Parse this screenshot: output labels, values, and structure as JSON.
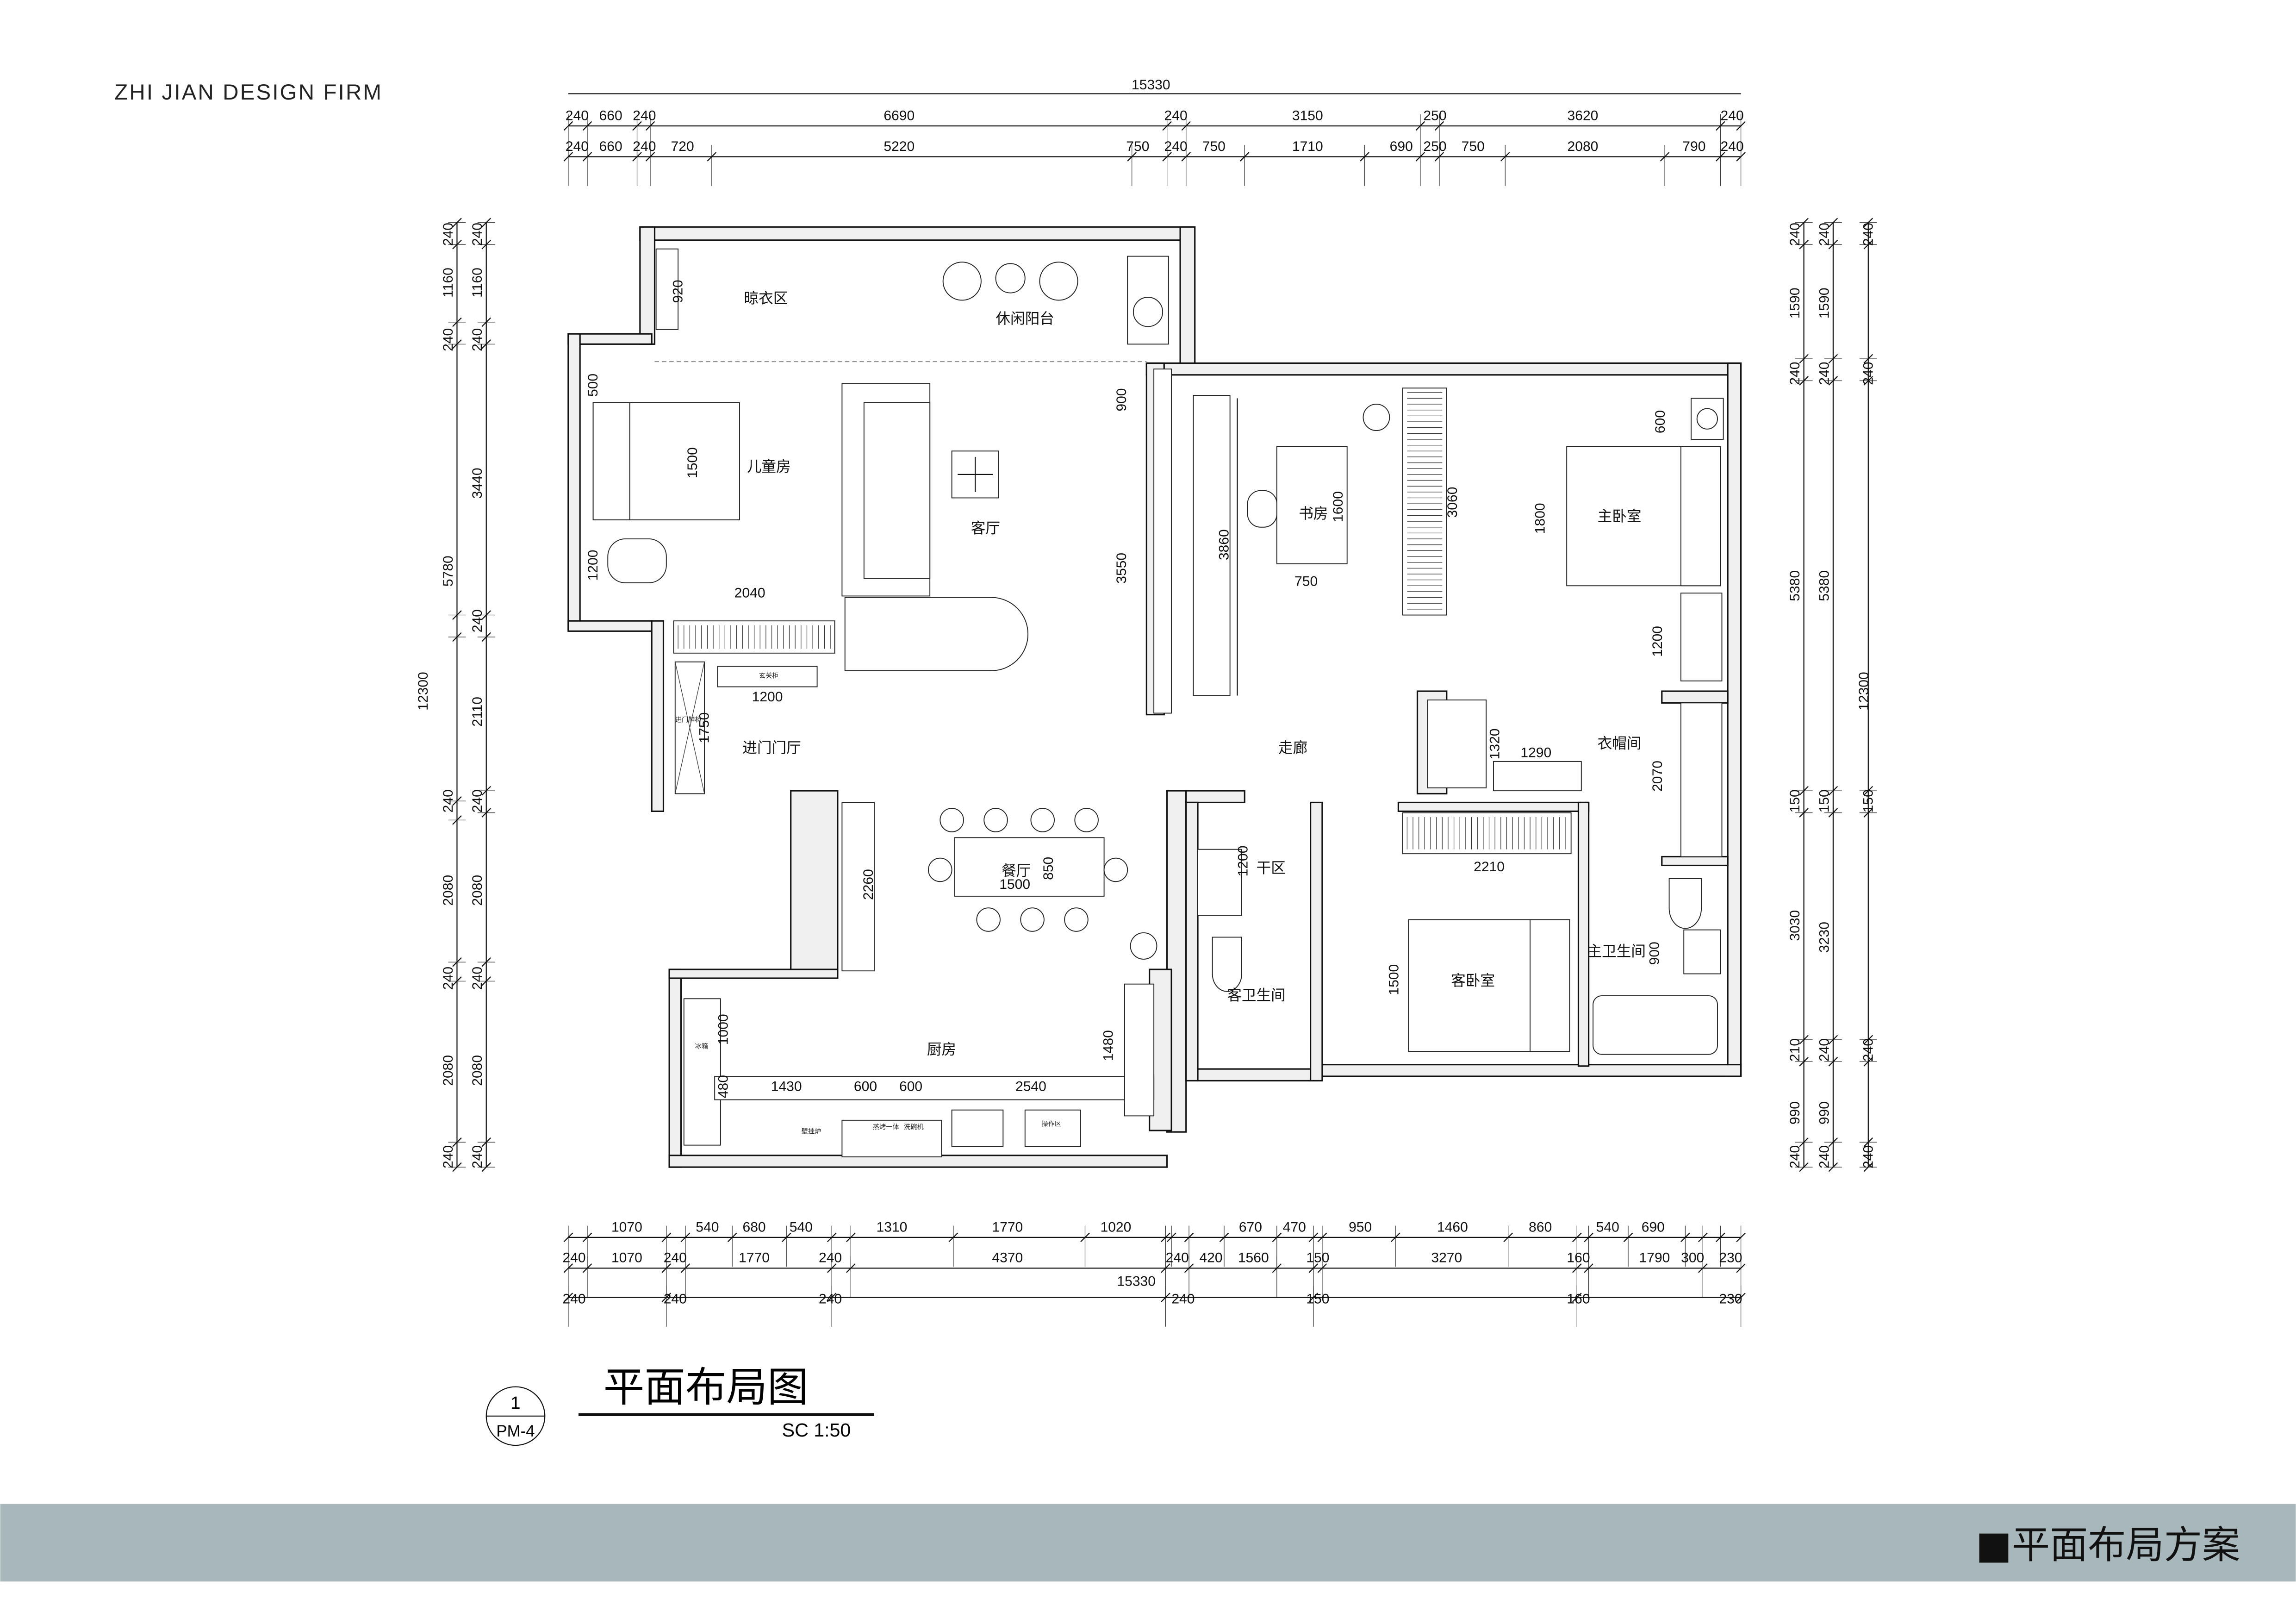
{
  "header": {
    "firm": "ZHI JIAN DESIGN FIRM"
  },
  "footer": {
    "title": "■平面布局方案",
    "bar_color": "#a7b7bb"
  },
  "drawing": {
    "title": "平面布局图",
    "scale": "SC 1:50",
    "ref_number": "1",
    "ref_sheet": "PM-4"
  },
  "rooms": [
    "晾衣区",
    "休闲阳台",
    "儿童房",
    "客厅",
    "书房",
    "主卧室",
    "走廊",
    "衣帽间",
    "进门门厅",
    "餐厅",
    "干区",
    "客卫生间",
    "客卧室",
    "主卫生间",
    "厨房"
  ],
  "fixture_labels": [
    "冰箱",
    "壁挂炉",
    "蒸烤一体",
    "洗碗机",
    "操作区",
    "进门鞋柜",
    "玄关柜"
  ],
  "dimensions": {
    "top_total": "15330",
    "top_row1": [
      "240",
      "660",
      "240",
      "6690",
      "240",
      "3150",
      "250",
      "3620",
      "240"
    ],
    "top_row2": [
      "240",
      "660",
      "240",
      "720",
      "5220",
      "750",
      "240",
      "750",
      "1710",
      "690",
      "250",
      "750",
      "2080",
      "790",
      "240"
    ],
    "bottom_row1": [
      "1070",
      "540",
      "680",
      "540",
      "1310",
      "1770",
      "1020",
      "670",
      "470",
      "950",
      "1460",
      "860",
      "540",
      "690"
    ],
    "bottom_row2": [
      "240",
      "1070",
      "240",
      "1770",
      "240",
      "4370",
      "240",
      "420",
      "1560",
      "150",
      "3270",
      "160",
      "1790",
      "300",
      "230"
    ],
    "bottom_row3": [
      "240",
      "240",
      "240",
      "15330",
      "240",
      "150",
      "160",
      "230"
    ],
    "left_outer": [
      "240",
      "1160",
      "240",
      "5780",
      "240",
      "2080",
      "240",
      "2080",
      "240"
    ],
    "left_inner": [
      "240",
      "1160",
      "240",
      "3440",
      "240",
      "2110",
      "240",
      "2080",
      "240",
      "2080",
      "240"
    ],
    "left_total": "12300",
    "right_inner": [
      "240",
      "1590",
      "240",
      "5380",
      "150",
      "3030",
      "210",
      "990",
      "240"
    ],
    "right_mid": [
      "240",
      "1590",
      "240",
      "5380",
      "150",
      "3230",
      "240",
      "990",
      "240"
    ],
    "right_total": "12300",
    "right_outer": [
      "240",
      "240",
      "150",
      "240",
      "240"
    ],
    "interior": [
      "920",
      "500",
      "1500",
      "1200",
      "2040",
      "1200",
      "1750",
      "2260",
      "1500",
      "850",
      "900",
      "3550",
      "3860",
      "1600",
      "750",
      "3060",
      "600",
      "1800",
      "1200",
      "1320",
      "1290",
      "2070",
      "2210",
      "1200",
      "1500",
      "900",
      "1000",
      "480",
      "1480",
      "1430",
      "600",
      "600",
      "2540"
    ]
  }
}
